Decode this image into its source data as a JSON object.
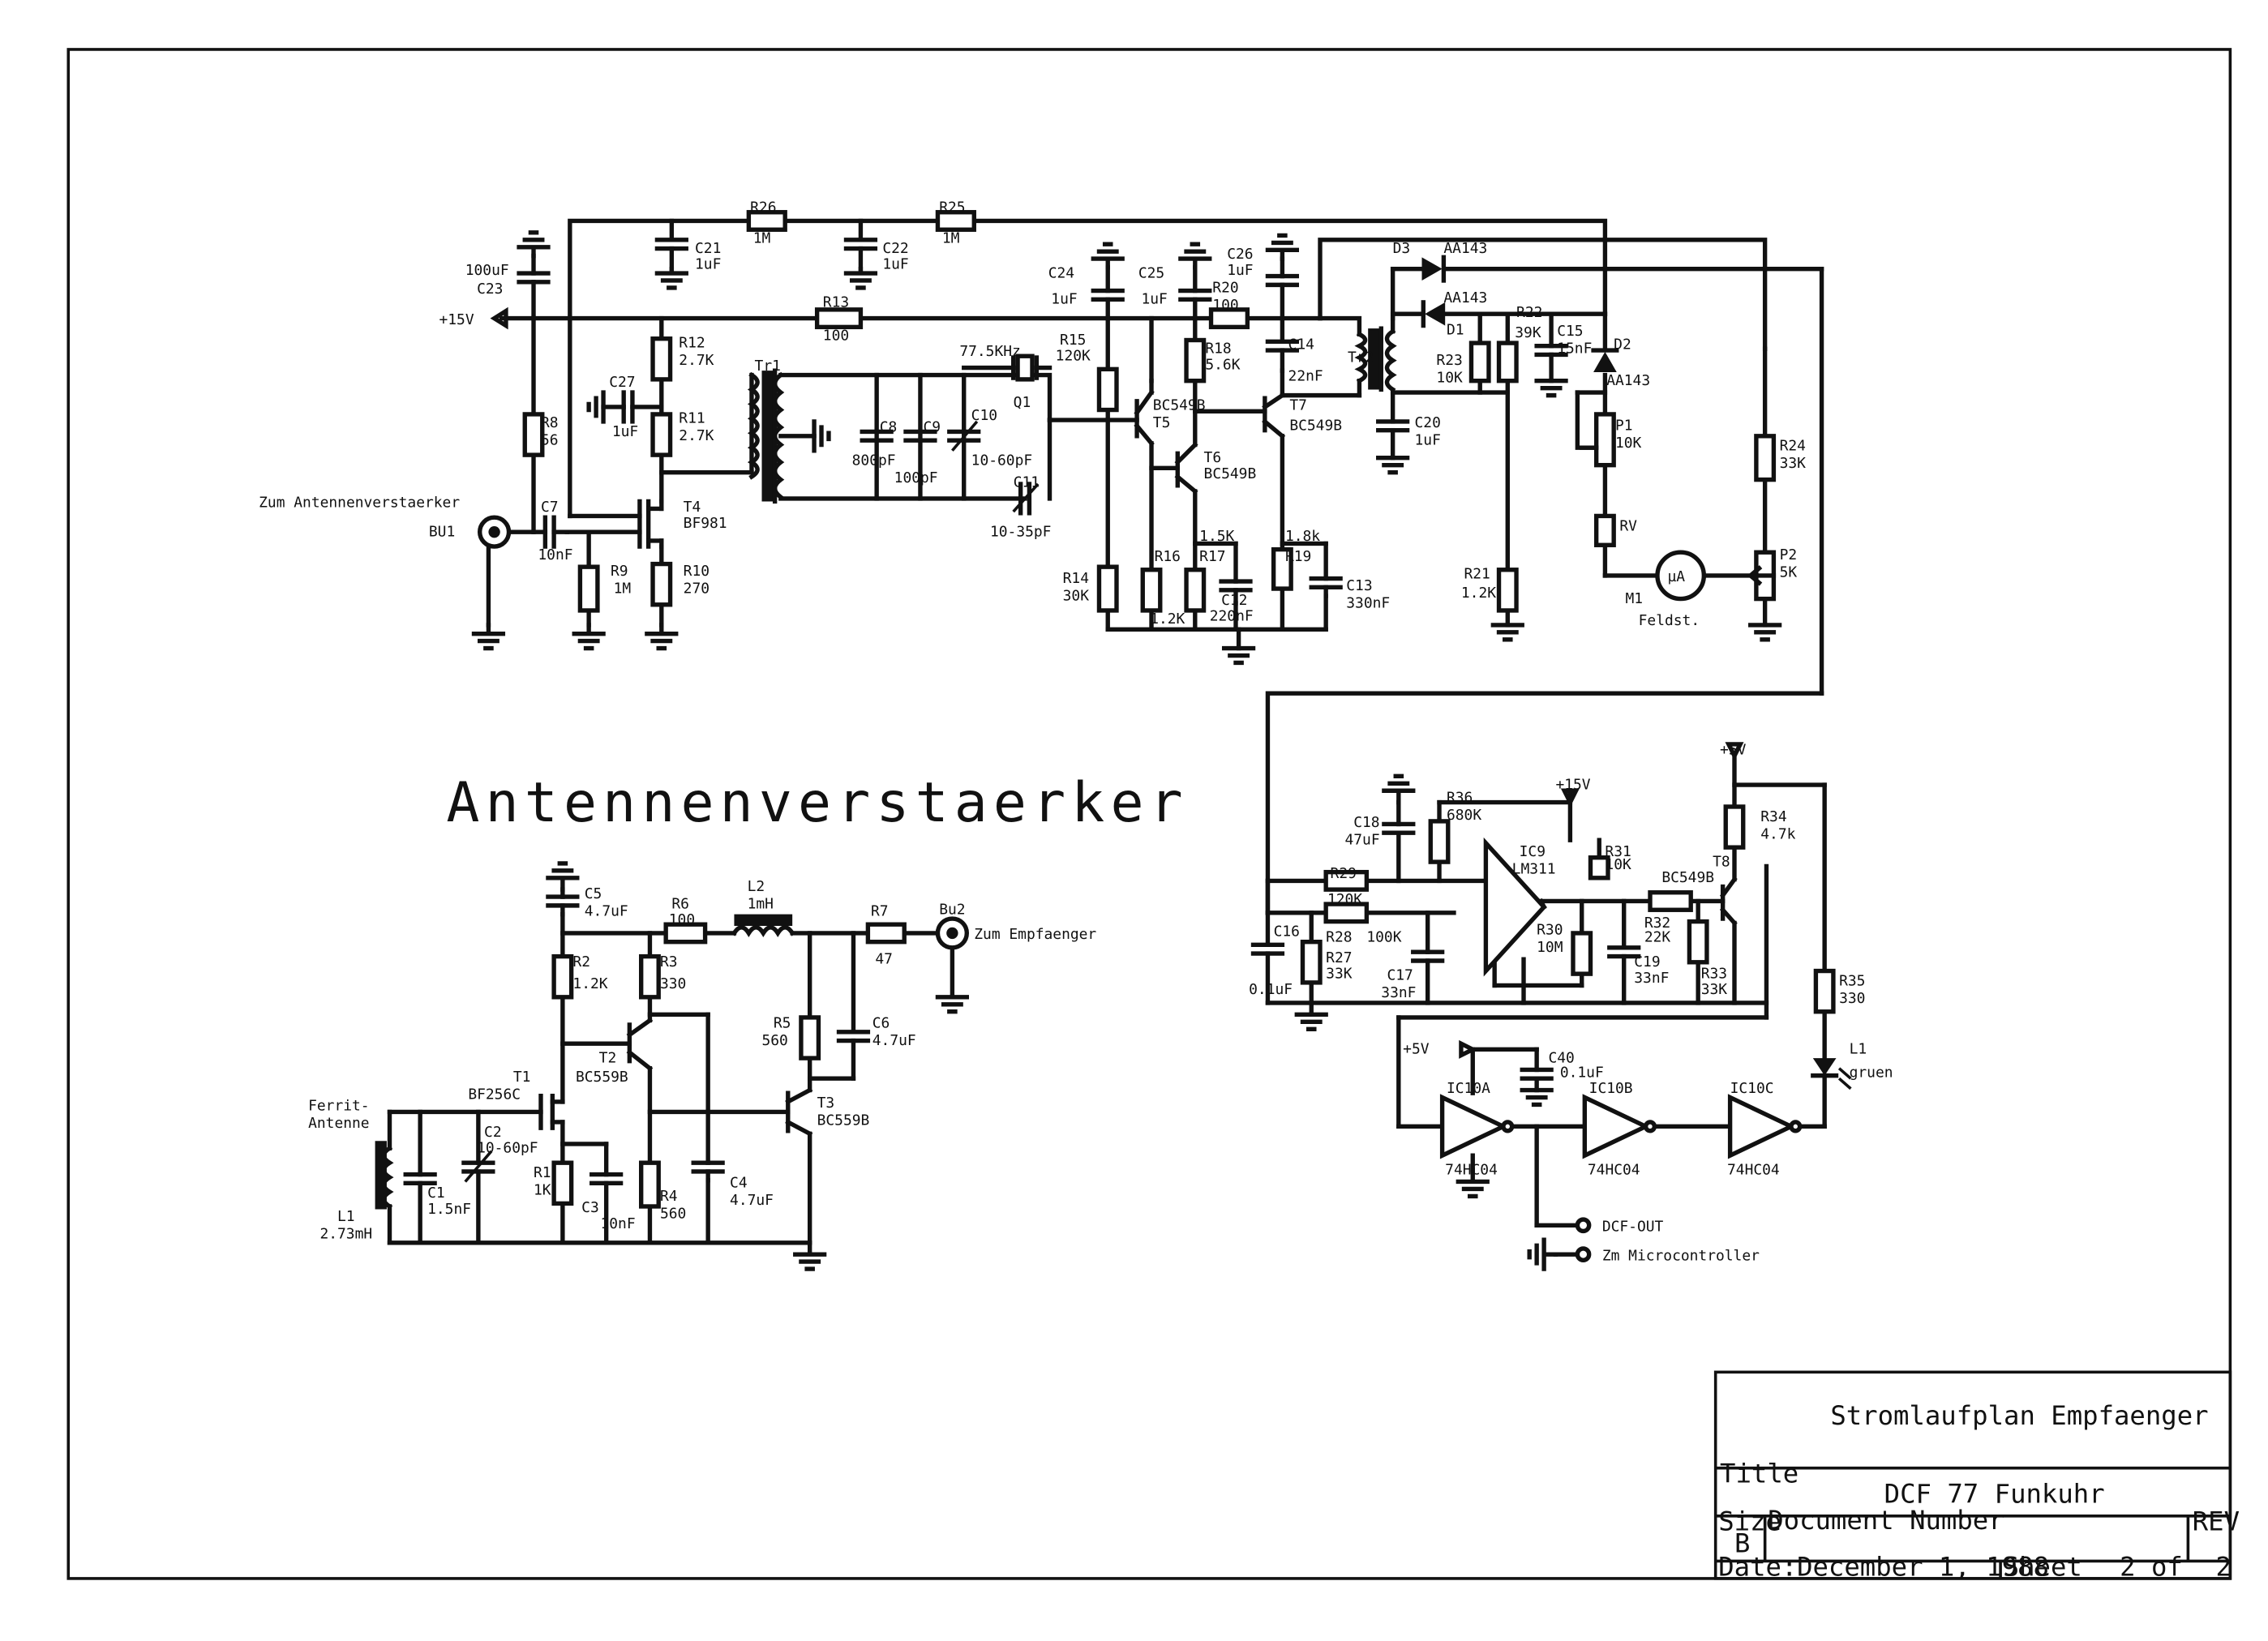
{
  "section_title": "Antennenverstaerker",
  "title_block": {
    "drawing_name": "Stromlaufplan Empfaenger",
    "title_label": "Title",
    "title_value": "DCF 77  Funkuhr",
    "size_label": "Size",
    "size_value": "B",
    "document_number_label": "Document Number",
    "rev_label": "REV",
    "date_label": "Date:",
    "date_value": "December  1, 1988",
    "sheet_label": "Sheet",
    "sheet_value": "2 of",
    "sheet_total": "2"
  },
  "connectors": {
    "bu1_caption": "Zum Antennenverstaerker",
    "bu1_ref": "BU1",
    "bu2_ref": "Bu2",
    "bu2_caption": "Zum Empfaenger",
    "dcf_out": "DCF-OUT",
    "microcontroller": "Zm Microcontroller",
    "ferrite_1": "Ferrit-",
    "ferrite_2": "Antenne",
    "meter_symbol": "µA",
    "meter_ref": "M1",
    "meter_caption": "Feldst."
  },
  "supply": {
    "plus15_main": "+15V",
    "plus15_comp": "+15V",
    "plus5_a": "+5V",
    "plus5_b": "+5V"
  },
  "receiver_labels": [
    {
      "id": "r26",
      "t": "R26"
    },
    {
      "id": "r26v",
      "t": "1M"
    },
    {
      "id": "r25",
      "t": "R25"
    },
    {
      "id": "r25v",
      "t": "1M"
    },
    {
      "id": "c21",
      "t": "C21"
    },
    {
      "id": "c21v",
      "t": "1uF"
    },
    {
      "id": "c22",
      "t": "C22"
    },
    {
      "id": "c22v",
      "t": "1uF"
    },
    {
      "id": "c23v",
      "t": "100uF"
    },
    {
      "id": "c23",
      "t": "C23"
    },
    {
      "id": "r13",
      "t": "R13"
    },
    {
      "id": "r13v",
      "t": "100"
    },
    {
      "id": "r12",
      "t": "R12"
    },
    {
      "id": "r12v",
      "t": "2.7K"
    },
    {
      "id": "r11",
      "t": "R11"
    },
    {
      "id": "r11v",
      "t": "2.7K"
    },
    {
      "id": "c27",
      "t": "C27"
    },
    {
      "id": "c27v",
      "t": "1uF"
    },
    {
      "id": "r8",
      "t": "R8"
    },
    {
      "id": "r8v",
      "t": "56"
    },
    {
      "id": "c7",
      "t": "C7"
    },
    {
      "id": "c7v",
      "t": "10nF"
    },
    {
      "id": "t4",
      "t": "T4"
    },
    {
      "id": "t4v",
      "t": "BF981"
    },
    {
      "id": "r9",
      "t": "R9"
    },
    {
      "id": "r9v",
      "t": "1M"
    },
    {
      "id": "r10",
      "t": "R10"
    },
    {
      "id": "r10v",
      "t": "270"
    },
    {
      "id": "tr1",
      "t": "Tr1"
    },
    {
      "id": "c8",
      "t": "C8"
    },
    {
      "id": "c8v",
      "t": "800pF"
    },
    {
      "id": "c9",
      "t": "C9"
    },
    {
      "id": "c9v",
      "t": "100pF"
    },
    {
      "id": "c10",
      "t": "C10"
    },
    {
      "id": "c10v",
      "t": "10-60pF"
    },
    {
      "id": "c11",
      "t": "C11"
    },
    {
      "id": "c11v",
      "t": "10-35pF"
    },
    {
      "id": "q1v",
      "t": "77.5KHz"
    },
    {
      "id": "q1",
      "t": "Q1"
    },
    {
      "id": "c24",
      "t": "C24"
    },
    {
      "id": "c24v",
      "t": "1uF"
    },
    {
      "id": "c25",
      "t": "C25"
    },
    {
      "id": "c25v",
      "t": "1uF"
    },
    {
      "id": "c26",
      "t": "C26"
    },
    {
      "id": "c26v",
      "t": "1uF"
    },
    {
      "id": "r20",
      "t": "R20"
    },
    {
      "id": "r20v",
      "t": "100"
    },
    {
      "id": "r15",
      "t": "R15"
    },
    {
      "id": "r15v",
      "t": "120K"
    },
    {
      "id": "r18",
      "t": "R18"
    },
    {
      "id": "r18v",
      "t": "5.6K"
    },
    {
      "id": "t5t",
      "t": "BC549B"
    },
    {
      "id": "t5",
      "t": "T5"
    },
    {
      "id": "t6",
      "t": "T6"
    },
    {
      "id": "t6v",
      "t": "BC549B"
    },
    {
      "id": "t7",
      "t": "T7"
    },
    {
      "id": "t7v",
      "t": "BC549B"
    },
    {
      "id": "c14",
      "t": "C14"
    },
    {
      "id": "c14v",
      "t": "22nF"
    },
    {
      "id": "tr2",
      "t": "Tr2"
    },
    {
      "id": "c20",
      "t": "C20"
    },
    {
      "id": "c20v",
      "t": "1uF"
    },
    {
      "id": "d3",
      "t": "D3"
    },
    {
      "id": "d3v",
      "t": "AA143"
    },
    {
      "id": "d1",
      "t": "D1"
    },
    {
      "id": "d1v",
      "t": "AA143"
    },
    {
      "id": "r22",
      "t": "R22"
    },
    {
      "id": "r22v",
      "t": "39K"
    },
    {
      "id": "c15",
      "t": "C15"
    },
    {
      "id": "c15v",
      "t": "15nF"
    },
    {
      "id": "d2",
      "t": "D2"
    },
    {
      "id": "d2v",
      "t": "AA143"
    },
    {
      "id": "r23",
      "t": "R23"
    },
    {
      "id": "r23v",
      "t": "10K"
    },
    {
      "id": "p1",
      "t": "P1"
    },
    {
      "id": "p1v",
      "t": "10K"
    },
    {
      "id": "r24",
      "t": "R24"
    },
    {
      "id": "r24v",
      "t": "33K"
    },
    {
      "id": "rv",
      "t": "RV"
    },
    {
      "id": "p2",
      "t": "P2"
    },
    {
      "id": "p2v",
      "t": "5K"
    },
    {
      "id": "r21",
      "t": "R21"
    },
    {
      "id": "r21v",
      "t": "1.2K"
    },
    {
      "id": "r14",
      "t": "R14"
    },
    {
      "id": "r14v",
      "t": "30K"
    },
    {
      "id": "r16",
      "t": "R16"
    },
    {
      "id": "r16v",
      "t": "1.2K"
    },
    {
      "id": "r17",
      "t": "R17"
    },
    {
      "id": "r17v",
      "t": "1.5K"
    },
    {
      "id": "c12",
      "t": "C12"
    },
    {
      "id": "c12v",
      "t": "220nF"
    },
    {
      "id": "r19",
      "t": "R19"
    },
    {
      "id": "r19v",
      "t": "1.8k"
    },
    {
      "id": "c13",
      "t": "C13"
    },
    {
      "id": "c13v",
      "t": "330nF"
    }
  ],
  "amplifier_labels": [
    {
      "id": "c5",
      "t": "C5"
    },
    {
      "id": "c5v",
      "t": "4.7uF"
    },
    {
      "id": "r6",
      "t": "R6"
    },
    {
      "id": "r6v",
      "t": "100"
    },
    {
      "id": "l2",
      "t": "L2"
    },
    {
      "id": "l2v",
      "t": "1mH"
    },
    {
      "id": "r7",
      "t": "R7"
    },
    {
      "id": "r7v",
      "t": "47"
    },
    {
      "id": "r2",
      "t": "R2"
    },
    {
      "id": "r2v",
      "t": "1.2K"
    },
    {
      "id": "r3",
      "t": "R3"
    },
    {
      "id": "r3v",
      "t": "330"
    },
    {
      "id": "t2",
      "t": "T2"
    },
    {
      "id": "t2v",
      "t": "BC559B"
    },
    {
      "id": "r5",
      "t": "R5"
    },
    {
      "id": "r5v",
      "t": "560"
    },
    {
      "id": "c6",
      "t": "C6"
    },
    {
      "id": "c6v",
      "t": "4.7uF"
    },
    {
      "id": "t1",
      "t": "T1"
    },
    {
      "id": "t1v",
      "t": "BF256C"
    },
    {
      "id": "t3",
      "t": "T3"
    },
    {
      "id": "t3v",
      "t": "BC559B"
    },
    {
      "id": "c2",
      "t": "C2"
    },
    {
      "id": "c2v",
      "t": "10-60pF"
    },
    {
      "id": "c1",
      "t": "C1"
    },
    {
      "id": "c1v",
      "t": "1.5nF"
    },
    {
      "id": "r1",
      "t": "R1"
    },
    {
      "id": "r1v",
      "t": "1K"
    },
    {
      "id": "c3",
      "t": "C3"
    },
    {
      "id": "c3v",
      "t": "10nF"
    },
    {
      "id": "r4",
      "t": "R4"
    },
    {
      "id": "r4v",
      "t": "560"
    },
    {
      "id": "c4",
      "t": "C4"
    },
    {
      "id": "c4v",
      "t": "4.7uF"
    },
    {
      "id": "l1",
      "t": "L1"
    },
    {
      "id": "l1v",
      "t": "2.73mH"
    }
  ],
  "comparator_labels": [
    {
      "id": "c18",
      "t": "C18"
    },
    {
      "id": "c18v",
      "t": "47uF"
    },
    {
      "id": "r36",
      "t": "R36"
    },
    {
      "id": "r36v",
      "t": "680K"
    },
    {
      "id": "ic9",
      "t": "IC9"
    },
    {
      "id": "ic9v",
      "t": "LM311"
    },
    {
      "id": "r31",
      "t": "R31"
    },
    {
      "id": "r31v",
      "t": "10K"
    },
    {
      "id": "t8",
      "t": "T8"
    },
    {
      "id": "t8v",
      "t": "BC549B"
    },
    {
      "id": "r34",
      "t": "R34"
    },
    {
      "id": "r34v",
      "t": "4.7k"
    },
    {
      "id": "r29",
      "t": "R29"
    },
    {
      "id": "r29v",
      "t": "120K"
    },
    {
      "id": "r28",
      "t": "R28"
    },
    {
      "id": "r28v",
      "t": "100K"
    },
    {
      "id": "c16",
      "t": "C16"
    },
    {
      "id": "c16v",
      "t": "0.1uF"
    },
    {
      "id": "r27",
      "t": "R27"
    },
    {
      "id": "r27v",
      "t": "33K"
    },
    {
      "id": "c17",
      "t": "C17"
    },
    {
      "id": "c17v",
      "t": "33nF"
    },
    {
      "id": "r30",
      "t": "R30"
    },
    {
      "id": "r30v",
      "t": "10M"
    },
    {
      "id": "r32",
      "t": "R32"
    },
    {
      "id": "r32v",
      "t": "22K"
    },
    {
      "id": "c19",
      "t": "C19"
    },
    {
      "id": "c19v",
      "t": "33nF"
    },
    {
      "id": "r33",
      "t": "R33"
    },
    {
      "id": "r33v",
      "t": "33K"
    },
    {
      "id": "r35",
      "t": "R35"
    },
    {
      "id": "r35v",
      "t": "330"
    },
    {
      "id": "c40",
      "t": "C40"
    },
    {
      "id": "c40v",
      "t": "0.1uF"
    },
    {
      "id": "ic10a",
      "t": "IC10A"
    },
    {
      "id": "ic10b",
      "t": "IC10B"
    },
    {
      "id": "ic10c",
      "t": "IC10C"
    },
    {
      "id": "ic10av",
      "t": "74HC04"
    },
    {
      "id": "ic10bv",
      "t": "74HC04"
    },
    {
      "id": "ic10cv",
      "t": "74HC04"
    },
    {
      "id": "l1g",
      "t": "L1"
    },
    {
      "id": "l1gv",
      "t": "gruen"
    }
  ]
}
